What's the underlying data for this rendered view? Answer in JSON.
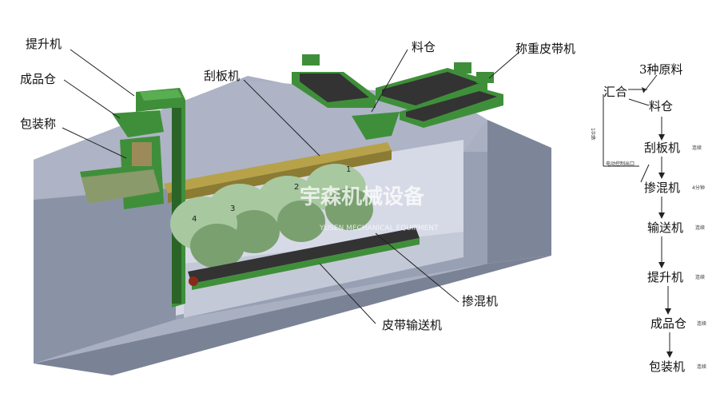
{
  "colors": {
    "pit_face": "#8a93a6",
    "pit_top": "#a9b0c2",
    "pit_inner": "#d6dae6",
    "machine_green": "#3f8f3a",
    "machine_dark": "#2a6427",
    "drum_green": "#a8c8a0",
    "scraper_gold": "#b7a24a",
    "belt_dark": "#333333"
  },
  "labels": {
    "elevator": "提升机",
    "product_bin": "成品仓",
    "packing_scale": "包装称",
    "scraper": "刮板机",
    "hopper": "料仓",
    "weigh_belt": "称重皮带机",
    "mixer": "掺混机",
    "belt_conveyor": "皮带输送机"
  },
  "drums": [
    "1",
    "2",
    "3",
    "4"
  ],
  "watermark": {
    "name": "宇森机械设备",
    "sub": "YUSEN MECHANICAL EQUIPMENT"
  },
  "flow": {
    "raw": "3种原料",
    "merge": "汇合",
    "hopper": "料仓",
    "scraper": "刮板机",
    "mixer": "掺混机",
    "conveyor": "输送机",
    "elevator": "提升机",
    "product": "成品仓",
    "packer": "包装机",
    "notes": {
      "left_vertical": "1分钟",
      "scraper_side": "连续",
      "mixer_side": "4分钟",
      "conveyor_side": "连续",
      "elevator_side": "连续",
      "product_side": "连续",
      "packer_side": "连续",
      "port": "电动控制出口"
    }
  }
}
